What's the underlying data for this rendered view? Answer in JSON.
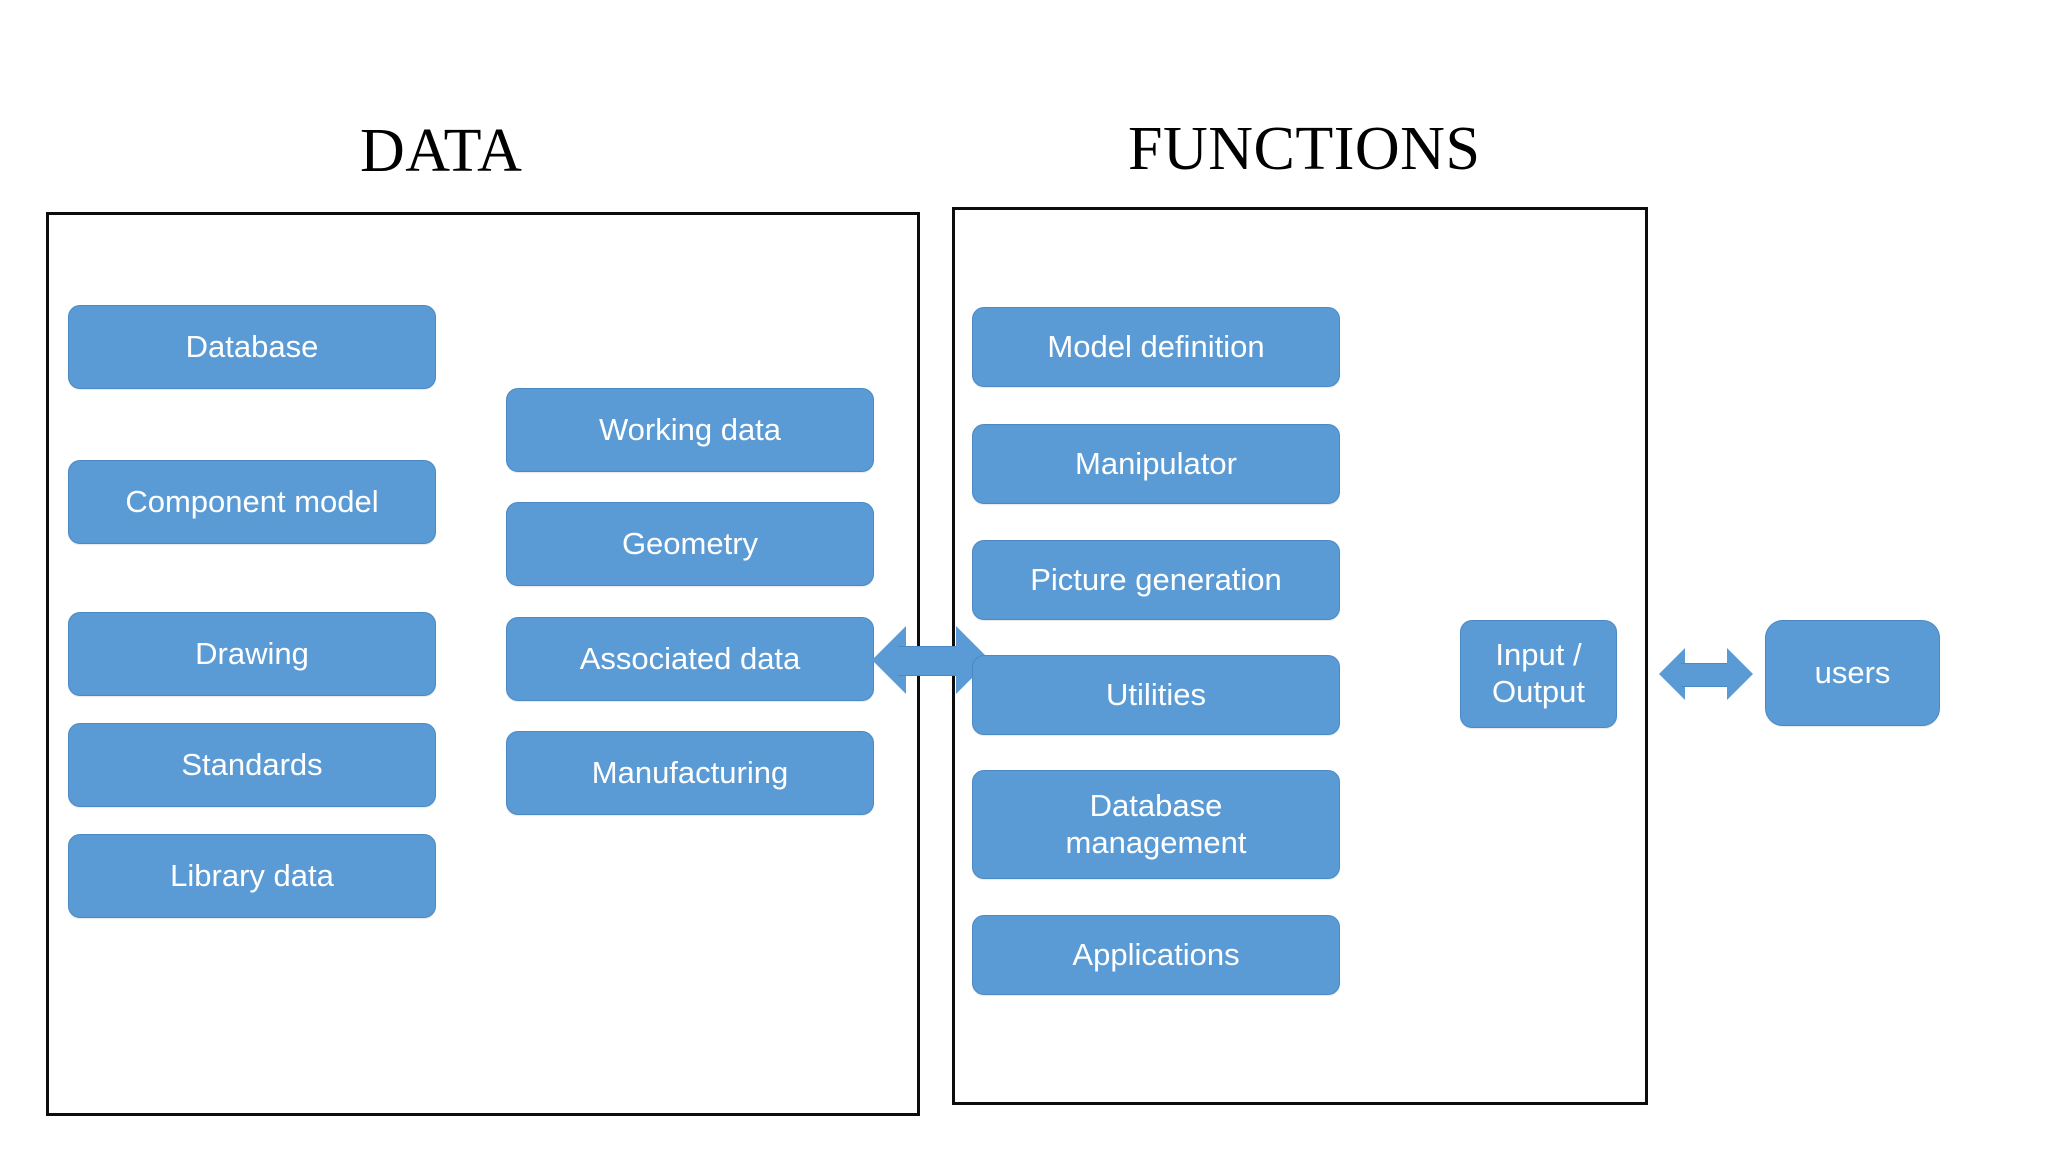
{
  "diagram": {
    "titles": {
      "data": "DATA",
      "functions": "FUNCTIONS"
    },
    "colors": {
      "node_fill": "#5B9BD5",
      "node_border": "#4A89C4",
      "node_text": "#FFFFFF",
      "container_border": "#0D0D0D",
      "arrow_fill": "#5B9BD5",
      "background": "#FFFFFF"
    },
    "data_section": {
      "column_left": [
        {
          "label": "Database"
        },
        {
          "label": "Component model"
        },
        {
          "label": "Drawing"
        },
        {
          "label": "Standards"
        },
        {
          "label": "Library data"
        }
      ],
      "column_right": [
        {
          "label": "Working data"
        },
        {
          "label": "Geometry"
        },
        {
          "label": "Associated data"
        },
        {
          "label": "Manufacturing"
        }
      ]
    },
    "functions_section": {
      "items": [
        {
          "label": "Model definition"
        },
        {
          "label": "Manipulator"
        },
        {
          "label": "Picture generation"
        },
        {
          "label": "Utilities"
        },
        {
          "label": "Database\nmanagement"
        },
        {
          "label": "Applications"
        },
        {
          "label": "Input /\nOutput"
        }
      ]
    },
    "external": {
      "users": {
        "label": "users"
      }
    },
    "connectors": [
      {
        "name": "data-functions-link",
        "type": "double-arrow"
      },
      {
        "name": "io-users-link",
        "type": "double-arrow"
      }
    ]
  }
}
